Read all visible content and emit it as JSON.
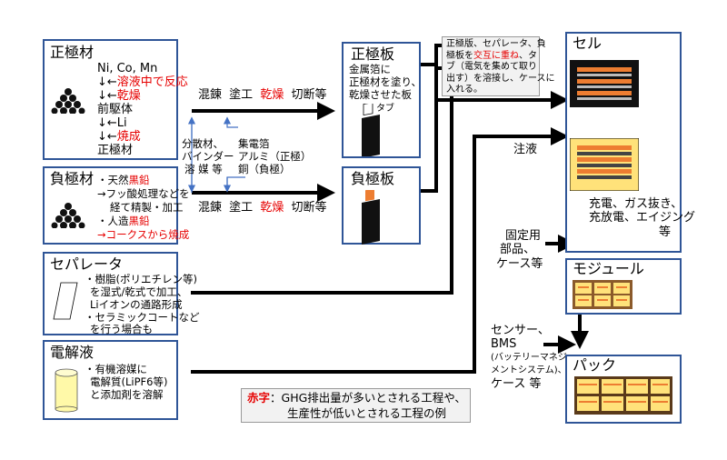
{
  "cathode_material": {
    "title": "正極材",
    "metals": "Ni, Co, Mn",
    "step1_arrow": "↓←",
    "step1": "溶液中で反応",
    "step2_arrow": "↓←",
    "step2": "乾燥",
    "precursor": "前駆体",
    "step3": "↓←Li",
    "step4_arrow": "↓←",
    "step4": "焼成",
    "result": "正極材"
  },
  "anode_material": {
    "title": "負極材",
    "line1_pre": "・天然",
    "line1_red": "黒鉛",
    "line2": "→フッ酸処理などを",
    "line3": "経て精製・加工",
    "line4_pre": "・人造",
    "line4_red": "黒鉛",
    "line5": "→コークスから焼成"
  },
  "separator": {
    "title": "セパレータ",
    "line1": "・樹脂(ポリエチレン等)",
    "line2": "を湿式/乾式で加工、",
    "line3": "Liイオンの通路形成",
    "line4": "・セラミックコートなど",
    "line5": "を行う場合も"
  },
  "electrolyte": {
    "title": "電解液",
    "line1": "・有機溶媒に",
    "line2": "電解質(LiPF6等)",
    "line3": "と添加剤を溶解"
  },
  "process": {
    "top": [
      "混錬",
      "塗工",
      "乾燥",
      "切断等"
    ],
    "bottom": [
      "混錬",
      "塗工",
      "乾燥",
      "切断等"
    ]
  },
  "inputs": {
    "dispersant_1": "分散材、",
    "dispersant_2": "バインダー",
    "dispersant_3": "溶 媒 等",
    "collector_1": "集電箔",
    "collector_2": "アルミ（正極）",
    "collector_3": "銅（負極）"
  },
  "cathode_plate": {
    "title": "正極板",
    "desc1": "金属箔に",
    "desc2": "正極材を塗り、",
    "desc3": "乾燥させた板",
    "tab": "タブ"
  },
  "anode_plate": {
    "title": "負極板"
  },
  "callout": {
    "line1": "正極版、セパレータ、負",
    "line2_pre": "極板を",
    "line2_red": "交互に重ね",
    "line2_post": "、タ",
    "line3": "ブ（電気を集めて取り",
    "line4": "出す）を溶接し、ケースに",
    "line5": "入れる。"
  },
  "injection": "注液",
  "cell": {
    "title": "セル"
  },
  "charging": {
    "line1": "充電、ガス抜き、",
    "line2": "充放電、エイジング",
    "line3": "等"
  },
  "fixing": {
    "line1": "固定用",
    "line2": "部品、",
    "line3": "ケース等"
  },
  "module": {
    "title": "モジュール"
  },
  "sensors": {
    "line1": "センサー、",
    "line2": "BMS",
    "line3": "(バッテリーマネジ",
    "line4": "メントシステム)、",
    "line5": "ケース 等"
  },
  "pack": {
    "title": "パック"
  },
  "legend": {
    "key": "赤字",
    "line1": "：GHG排出量が多いとされる工程や、",
    "line2": "生産性が低いとされる工程の例"
  },
  "colors": {
    "border": "#2f5597",
    "highlight": "#e60000",
    "electrode_orange": "#ed7d31",
    "cell_fill": "#fff2b3",
    "module_brown": "#8b5a2b"
  }
}
